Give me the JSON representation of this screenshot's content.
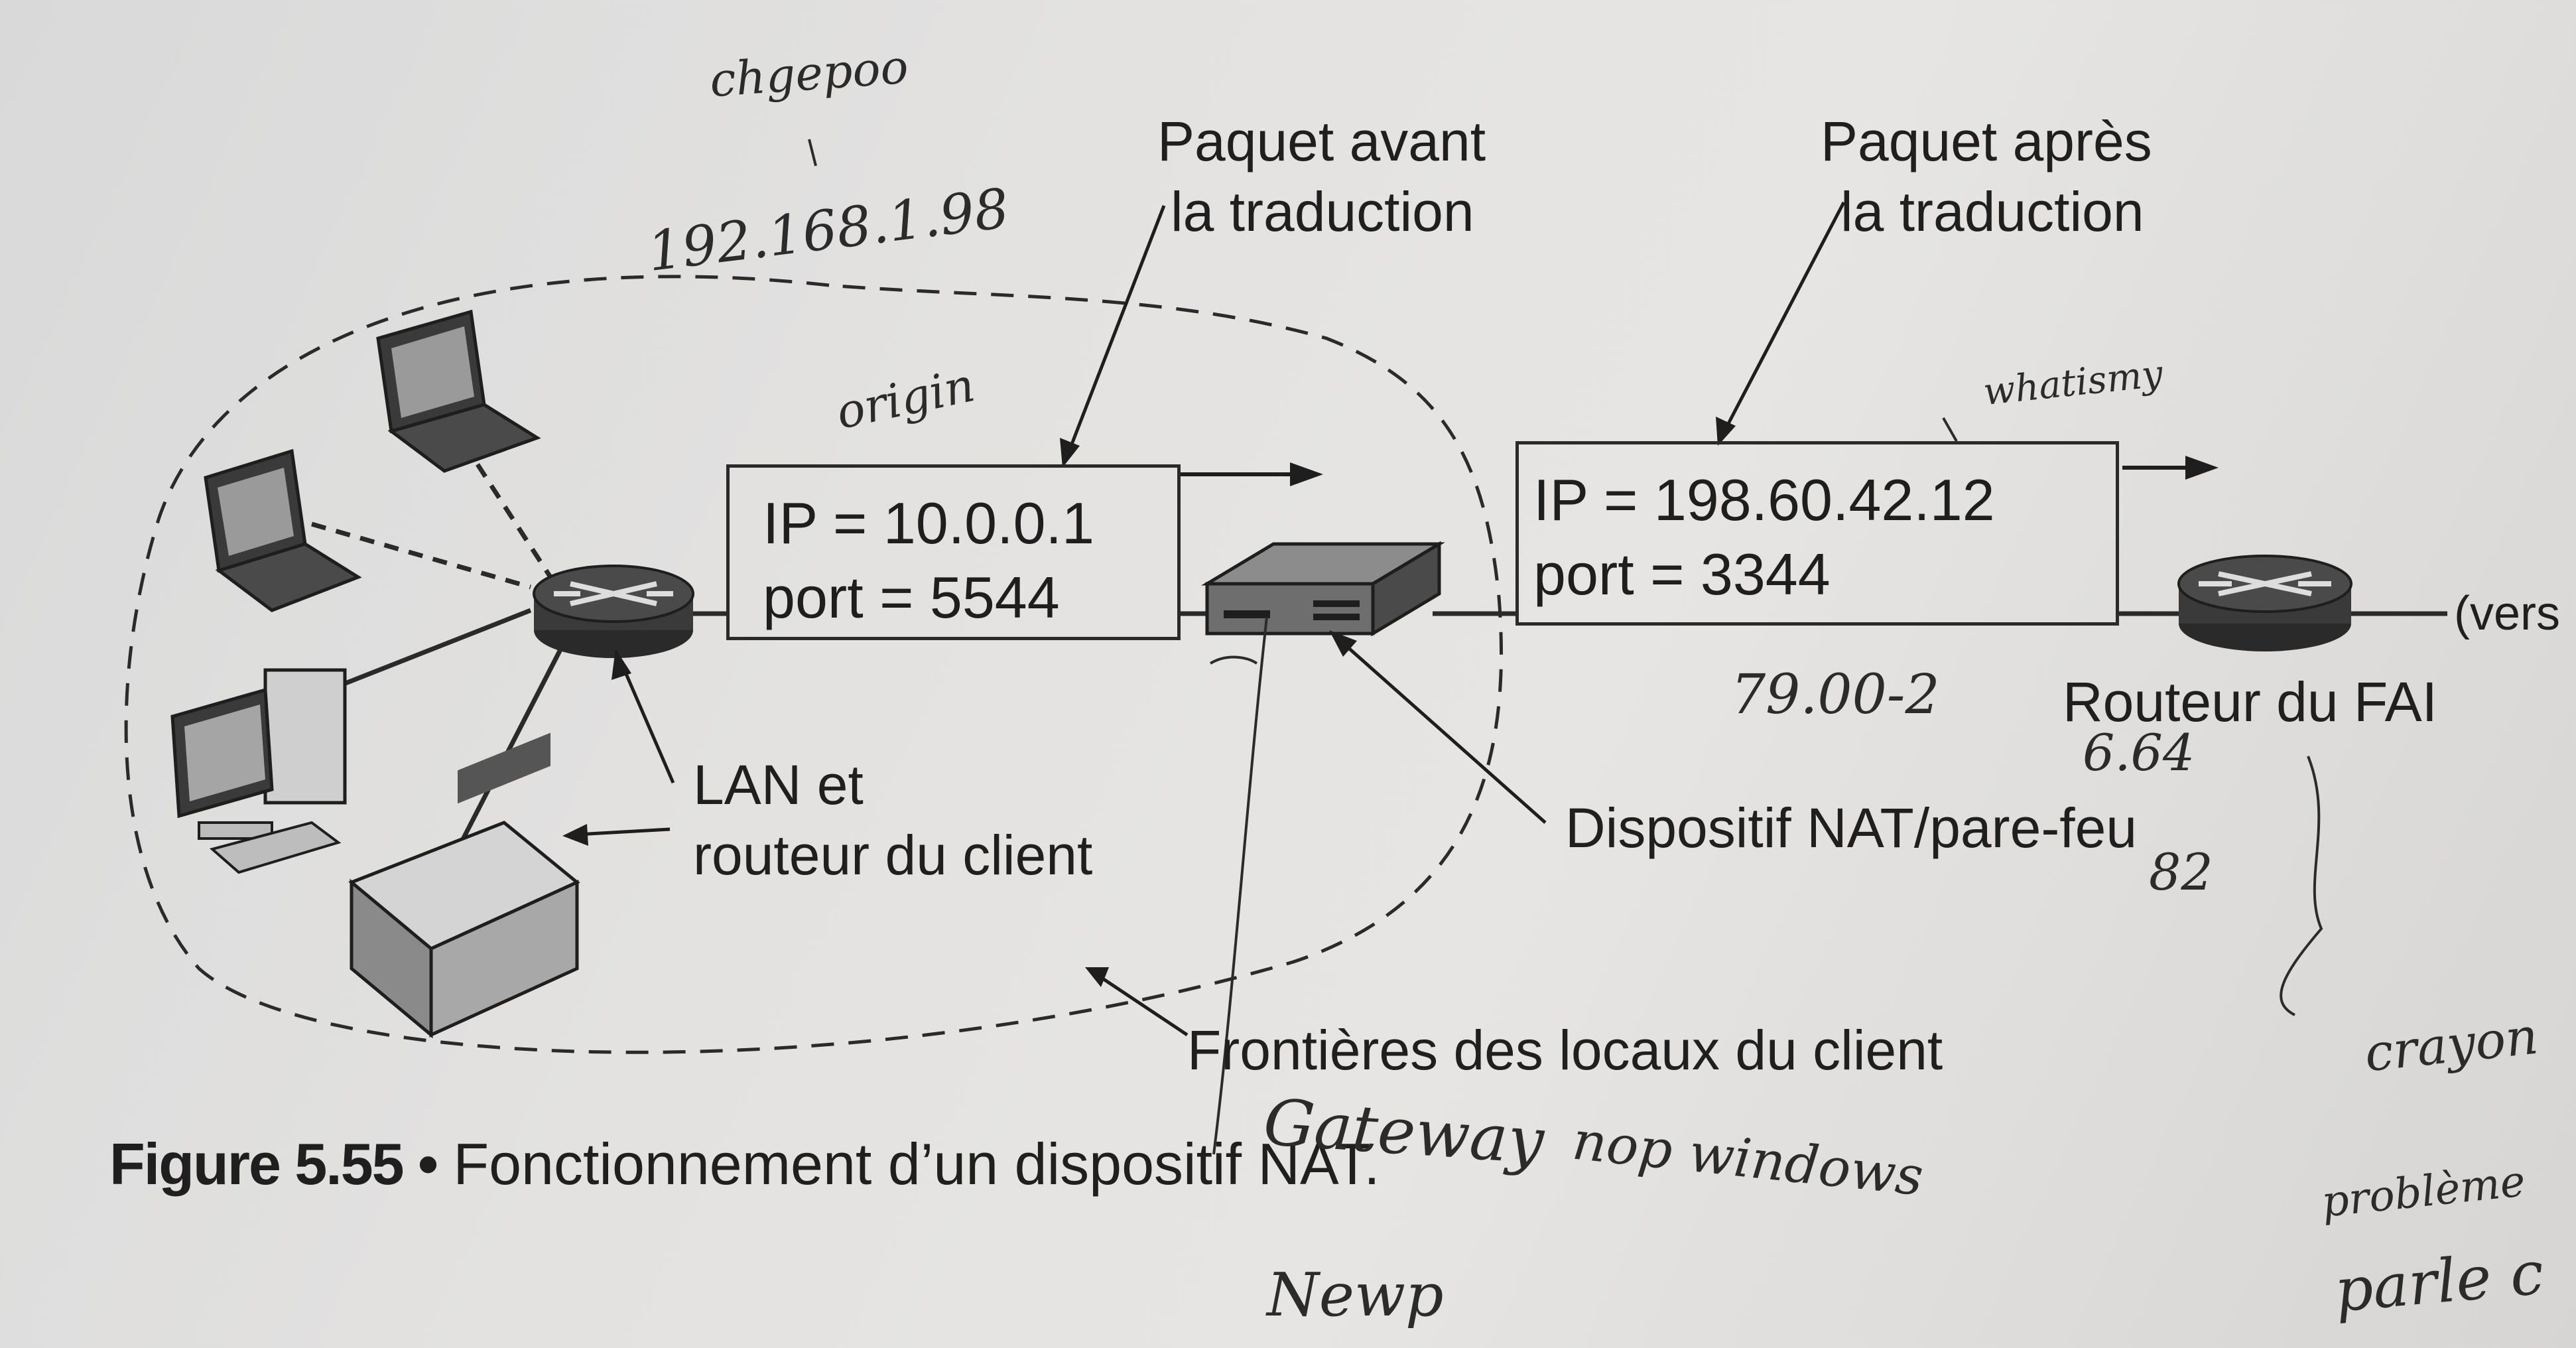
{
  "labels": {
    "paquet_avant": [
      "Paquet avant",
      "la traduction"
    ],
    "paquet_apres": [
      "Paquet après",
      "la traduction"
    ],
    "lan": [
      "LAN et",
      "routeur du client"
    ],
    "nat_device": "Dispositif NAT/pare-feu",
    "isp_router": "Routeur du FAI",
    "vers": "(vers l'",
    "frontieres": "Frontières des locaux du client"
  },
  "packet_before": {
    "ip": "IP = 10.0.0.1",
    "port": "port = 5544"
  },
  "packet_after": {
    "ip": "IP = 198.60.42.12",
    "port": "port = 3344"
  },
  "caption": {
    "number": "Figure 5.55 •",
    "text": "Fonctionnement d’un dispositif NAT."
  },
  "handwriting": {
    "a": "chgepoo",
    "b": "192.168.1.98",
    "c": "origin",
    "d": "whatismy",
    "e": "79.00-2",
    "f": "6.64",
    "g": "82",
    "h": "Gateway",
    "i": "nop windows",
    "j": "Newp",
    "k": "crayon",
    "l": "problème",
    "m": "parle c"
  },
  "colors": {
    "ink": "#1f1f1f",
    "paper": "#e3e2e1"
  }
}
